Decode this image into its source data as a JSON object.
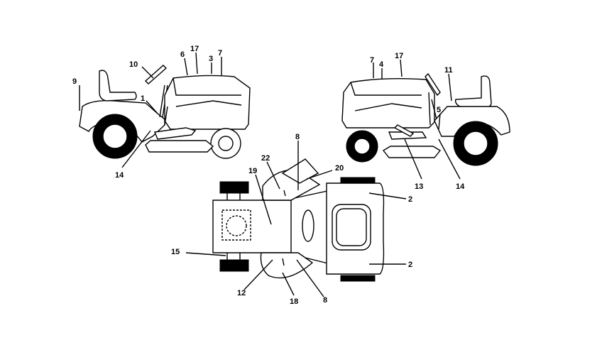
{
  "callouts": {
    "left_view": [
      "9",
      "10",
      "6",
      "17",
      "3",
      "7",
      "1",
      "14"
    ],
    "right_view": [
      "7",
      "4",
      "17",
      "11",
      "5",
      "13",
      "14"
    ],
    "bottom_view": [
      "8",
      "22",
      "19",
      "20",
      "2",
      "2",
      "15",
      "12",
      "18",
      "8"
    ]
  },
  "colors": {
    "line": "#000000",
    "background": "#ffffff"
  }
}
